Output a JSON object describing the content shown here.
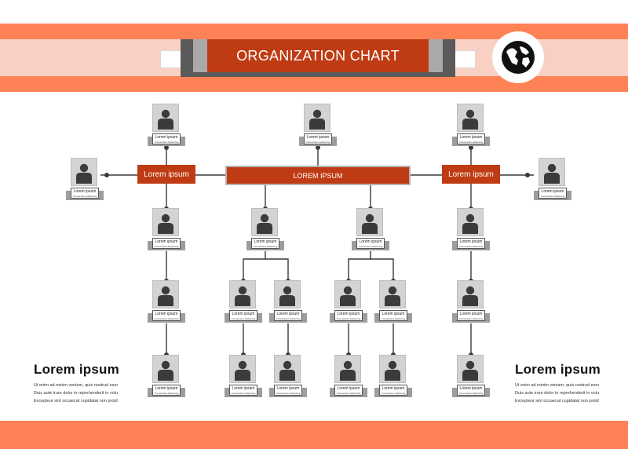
{
  "header": {
    "title": "ORGANIZATION CHART",
    "globe_icon": "globe-icon",
    "colors": {
      "accent": "#bf3b13",
      "band": "#ff8256",
      "band_light": "#f9d0c3"
    }
  },
  "banners": {
    "main": "LOREM IPSUM",
    "left": "Lorem ipsum",
    "right": "Lorem ipsum"
  },
  "person": {
    "name": "Lorem ipsum",
    "role": "Consectetur Adipiscing",
    "icon": "person-silhouette-icon"
  },
  "side_left": {
    "heading": "Lorem ipsum",
    "lines": [
      "Ut enim ad minim veniam, quis nostrud exer",
      "Duis aute irure dolor in reprehenderit in volu",
      "Excepteur sint occaecat cupidatat non proid"
    ]
  },
  "side_right": {
    "heading": "Lorem ipsum",
    "lines": [
      "Ut enim ad minim veniam, quis nostrud exer",
      "Duis aute irure dolor in reprehenderit in volu",
      "Excepteur sint occaecat cupidatat non proid"
    ]
  }
}
